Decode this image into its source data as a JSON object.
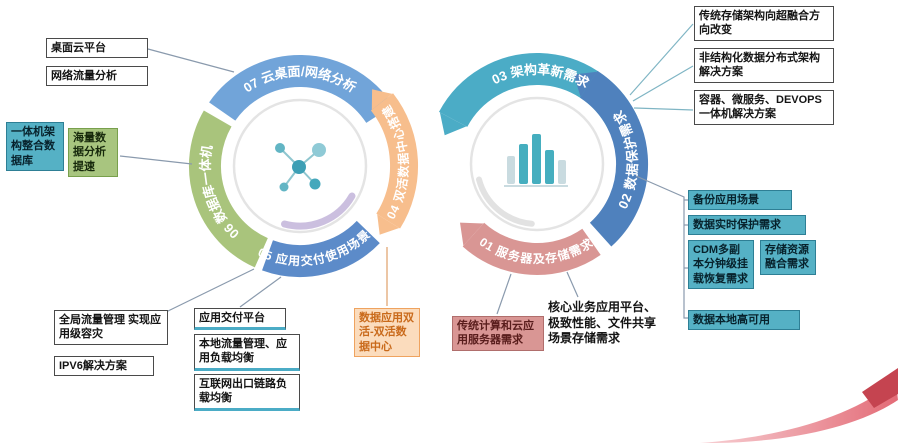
{
  "arcs": {
    "a07": "07 云桌面/网络分析",
    "a06": "06 数据库一体机",
    "a05": "05 应用交付使用场景",
    "a04": "04 双活数据中心搭建",
    "a03": "03 架构革新需求",
    "a02": "02 数据保护需求",
    "a01": "01 服务器及存储需求"
  },
  "callouts": {
    "desktop_cloud": "桌面云平台",
    "network_traffic": "网络流量分析",
    "integrated_arch": "一体机架构整合数据库",
    "massive_data": "海量数据分析提速",
    "global_traffic": "全局流量管理 实现应用级容灾",
    "ipv6": "IPV6解决方案",
    "app_delivery": "应用交付平台",
    "local_traffic": "本地流量管理、应用负载均衡",
    "internet_link": "互联网出口链路负载均衡",
    "dual_active": "数据应用双活-双活数据中心",
    "traditional_compute": "传统计算和云应用服务器需求",
    "core_business": "核心业务应用平台、极致性能、文件共享场景存储需求",
    "storage_arch": "传统存储架构向超融合方向改变",
    "unstructured": "非结构化数据分布式架构解决方案",
    "container": "容器、微服务、DEVOPS一体机解决方案",
    "backup": "备份应用场景",
    "realtime_protect": "数据实时保护需求",
    "cdm": "CDM多副本分钟级挂载恢复需求",
    "storage_fusion": "存储资源融合需求",
    "local_ha": "数据本地高可用"
  },
  "icons": {
    "left_center": "network-nodes-icon",
    "right_center": "bar-chart-icon"
  },
  "colors": {
    "arc07_blue": "#71A4D9",
    "arc06_green": "#A9C47C",
    "arc05_blue": "#5C8BC9",
    "arc04_orange": "#F7BE8D",
    "arc03_teal": "#4BACC6",
    "arc02_blue": "#4F81BD",
    "arc01_salmon": "#D99694",
    "callout_teal": "#55B1C5",
    "callout_green": "#A8C57F",
    "callout_orange_bg": "#FBDCBD",
    "callout_salmon": "#D99694",
    "swoosh_red": "#E26470"
  }
}
